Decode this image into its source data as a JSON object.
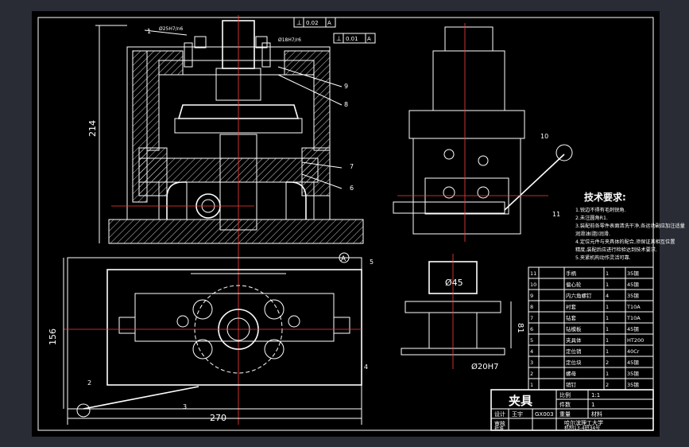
{
  "drawing": {
    "dims": {
      "height_front": "214",
      "width_plan": "270",
      "height_plan": "156",
      "height_end": "81"
    },
    "diameters": {
      "bore_top": "Ø45",
      "bore_bottom": "Ø20H7"
    },
    "section_mark": "A",
    "gdt": [
      {
        "symbol": "⊥",
        "tol": "0.02",
        "datum": "A"
      },
      {
        "symbol": "⊥",
        "tol": "0.01",
        "datum": "A"
      }
    ],
    "fit_labels": [
      "Ø25H7/n6",
      "Ø18H7/r6"
    ],
    "balloons": [
      "1",
      "2",
      "3",
      "4",
      "5",
      "6",
      "7",
      "8",
      "9",
      "10",
      "11"
    ]
  },
  "tech_req": {
    "title": "技术要求:",
    "lines": [
      "1.锐边不得有毛刺锐角.",
      "2.未注圆角R1.",
      "3.装配前各零件表面清洗干净,各运动副应加注适量",
      "  润滑油(脂)润滑.",
      "4.定位元件与夹具体的配合,须保证其相互位置",
      "  精度,装配后应进行检验达到技术要求.",
      "5.夹紧机构动作灵活可靠."
    ]
  },
  "bom": {
    "rows": [
      {
        "no": "11",
        "code": "",
        "name": "手柄",
        "qty": "1",
        "mat": "35钢"
      },
      {
        "no": "10",
        "code": "",
        "name": "偏心轮",
        "qty": "1",
        "mat": "45钢"
      },
      {
        "no": "9",
        "code": "",
        "name": "内六角螺钉",
        "qty": "4",
        "mat": "35钢"
      },
      {
        "no": "8",
        "code": "",
        "name": "衬套",
        "qty": "1",
        "mat": "T10A"
      },
      {
        "no": "7",
        "code": "",
        "name": "钻套",
        "qty": "1",
        "mat": "T10A"
      },
      {
        "no": "6",
        "code": "",
        "name": "钻模板",
        "qty": "1",
        "mat": "45钢"
      },
      {
        "no": "5",
        "code": "",
        "name": "夹具体",
        "qty": "1",
        "mat": "HT200"
      },
      {
        "no": "4",
        "code": "",
        "name": "定位销",
        "qty": "1",
        "mat": "40Cr"
      },
      {
        "no": "3",
        "code": "",
        "name": "定位块",
        "qty": "2",
        "mat": "45钢"
      },
      {
        "no": "2",
        "code": "",
        "name": "螺母",
        "qty": "1",
        "mat": "35钢"
      },
      {
        "no": "1",
        "code": "",
        "name": "销钉",
        "qty": "2",
        "mat": "35钢"
      }
    ]
  },
  "title_block": {
    "title": "夹具",
    "scale_label": "比例",
    "scale": "1:1",
    "count_label": "件数",
    "count": "1",
    "weight_label": "重量",
    "material_label": "材料",
    "drawn_label": "设计",
    "drawn_by": "王宇",
    "check_label": "审核",
    "check_by": "",
    "approve_label": "批准",
    "school": "哈尔滨理工大学",
    "class": "机制13-4班34号",
    "drawing_no": "GX003"
  }
}
